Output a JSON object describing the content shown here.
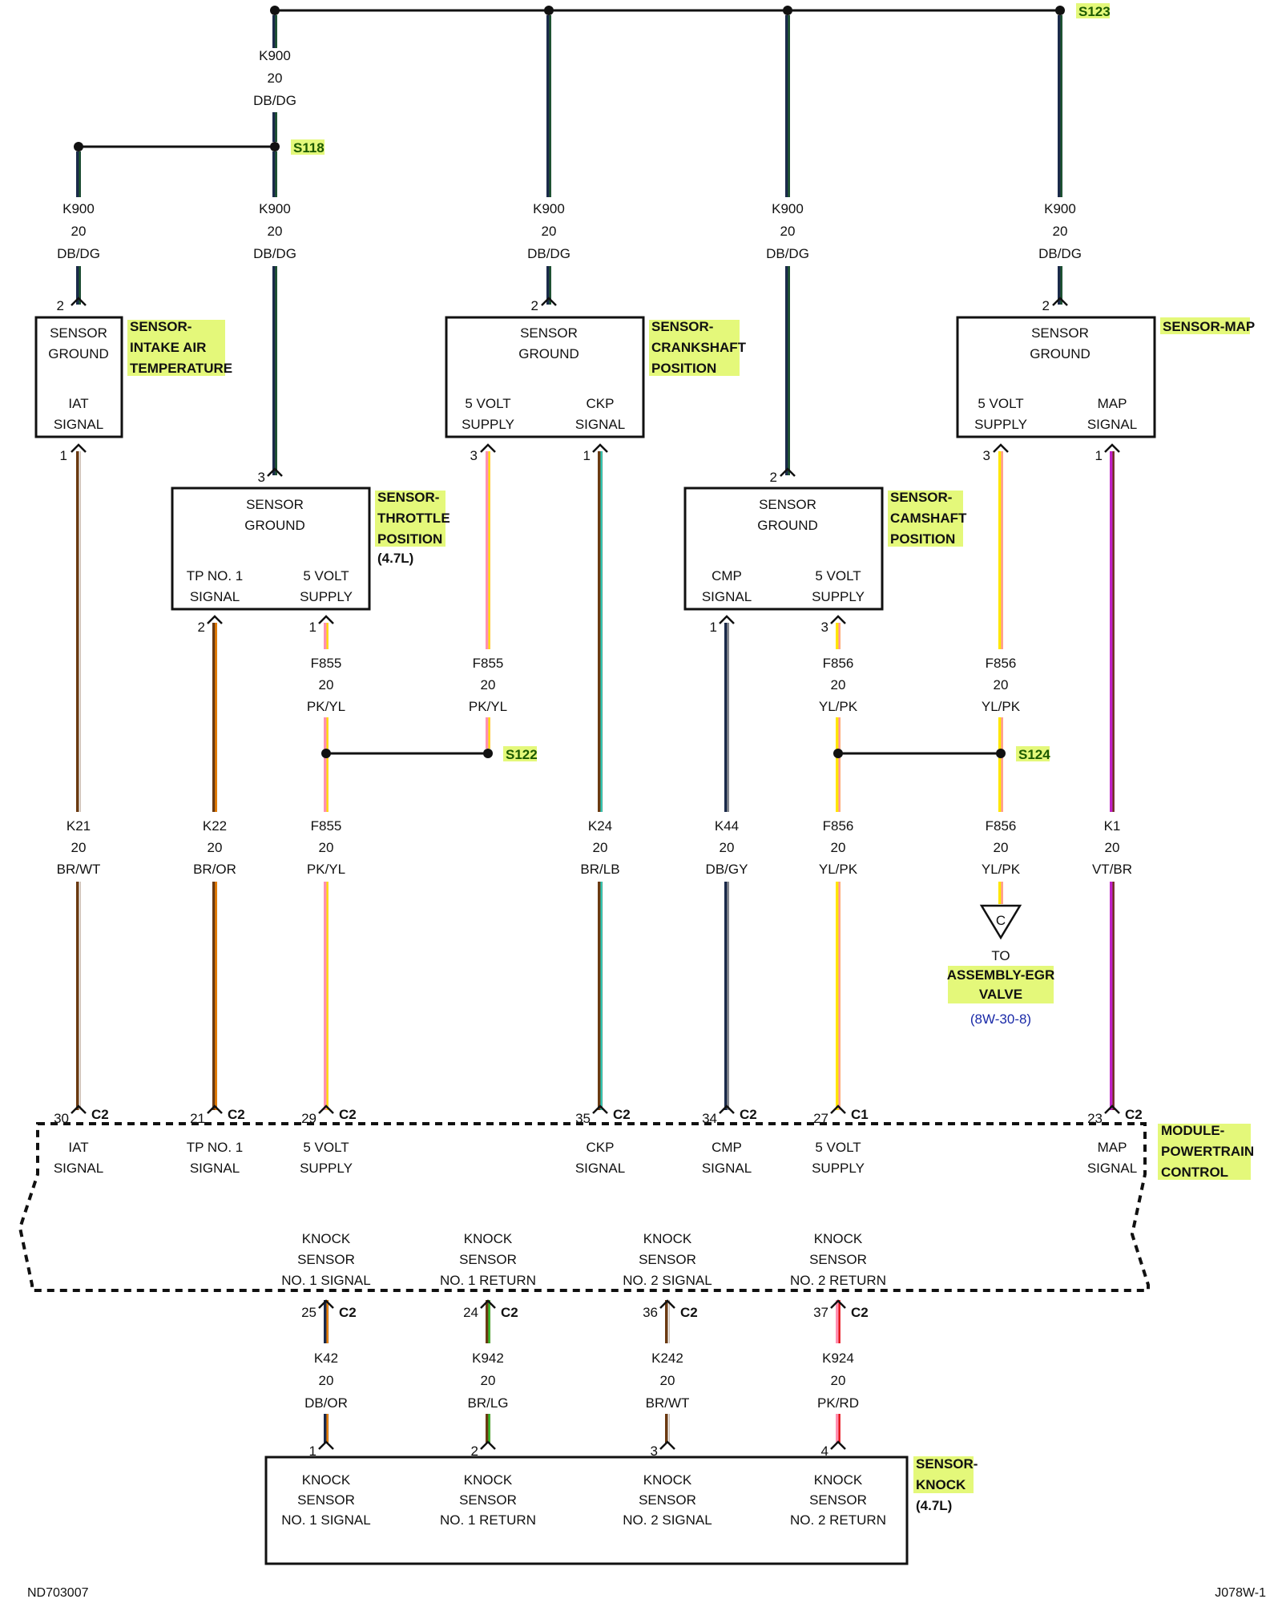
{
  "diagram_id": "ND703007",
  "sheet_id": "J078W-1",
  "colors": {
    "highlight": "#e4f87a",
    "DB": "#1b2a4a",
    "DG": "#1f5a2e",
    "BR": "#6b3a12",
    "WT": "#f2f2f2",
    "OR": "#ff8a00",
    "PK": "#ff8fb1",
    "YL": "#ffe600",
    "LB": "#2fd6c6",
    "GY": "#9a9a9a",
    "VT": "#c020c8",
    "LG": "#33cc33",
    "RD": "#e01010"
  },
  "splices": {
    "s123": "S123",
    "s118": "S118",
    "s122": "S122",
    "s124": "S124"
  },
  "wire_labels": {
    "k900_top": {
      "circuit": "K900",
      "gauge": "20",
      "color": "DB/DG"
    },
    "k900_iat": {
      "circuit": "K900",
      "gauge": "20",
      "color": "DB/DG"
    },
    "k900_tps": {
      "circuit": "K900",
      "gauge": "20",
      "color": "DB/DG"
    },
    "k900_ckp": {
      "circuit": "K900",
      "gauge": "20",
      "color": "DB/DG"
    },
    "k900_cmp": {
      "circuit": "K900",
      "gauge": "20",
      "color": "DB/DG"
    },
    "k900_map": {
      "circuit": "K900",
      "gauge": "20",
      "color": "DB/DG"
    },
    "f855_tps": {
      "circuit": "F855",
      "gauge": "20",
      "color": "PK/YL"
    },
    "f855_ckp": {
      "circuit": "F855",
      "gauge": "20",
      "color": "PK/YL"
    },
    "f856_cmp": {
      "circuit": "F856",
      "gauge": "20",
      "color": "YL/PK"
    },
    "f856_map": {
      "circuit": "F856",
      "gauge": "20",
      "color": "YL/PK"
    },
    "k21": {
      "circuit": "K21",
      "gauge": "20",
      "color": "BR/WT"
    },
    "k22": {
      "circuit": "K22",
      "gauge": "20",
      "color": "BR/OR"
    },
    "f855_pcm": {
      "circuit": "F855",
      "gauge": "20",
      "color": "PK/YL"
    },
    "k24": {
      "circuit": "K24",
      "gauge": "20",
      "color": "BR/LB"
    },
    "k44": {
      "circuit": "K44",
      "gauge": "20",
      "color": "DB/GY"
    },
    "f856_pcm": {
      "circuit": "F856",
      "gauge": "20",
      "color": "YL/PK"
    },
    "f856_egr": {
      "circuit": "F856",
      "gauge": "20",
      "color": "YL/PK"
    },
    "k1": {
      "circuit": "K1",
      "gauge": "20",
      "color": "VT/BR"
    },
    "k42": {
      "circuit": "K42",
      "gauge": "20",
      "color": "DB/OR"
    },
    "k942": {
      "circuit": "K942",
      "gauge": "20",
      "color": "BR/LG"
    },
    "k242": {
      "circuit": "K242",
      "gauge": "20",
      "color": "BR/WT"
    },
    "k924": {
      "circuit": "K924",
      "gauge": "20",
      "color": "PK/RD"
    }
  },
  "sensors": {
    "iat": {
      "l1": "SENSOR",
      "l2": "GROUND",
      "l3": "IAT",
      "l4": "SIGNAL",
      "pin_gnd": "2",
      "pin_sig": "1",
      "name": [
        "SENSOR-",
        "INTAKE AIR",
        "TEMPERATURE"
      ]
    },
    "tps": {
      "l1": "SENSOR",
      "l2": "GROUND",
      "l3a": "TP NO. 1",
      "l4a": "SIGNAL",
      "l3b": "5 VOLT",
      "l4b": "SUPPLY",
      "pin_gnd": "3",
      "pin_sig": "2",
      "pin_sup": "1",
      "name": [
        "SENSOR-",
        "THROTTLE",
        "POSITION"
      ],
      "variant": "(4.7L)"
    },
    "ckp": {
      "l1": "SENSOR",
      "l2": "GROUND",
      "l3a": "5 VOLT",
      "l4a": "SUPPLY",
      "l3b": "CKP",
      "l4b": "SIGNAL",
      "pin_gnd": "2",
      "pin_sup": "3",
      "pin_sig": "1",
      "name": [
        "SENSOR-",
        "CRANKSHAFT",
        "POSITION"
      ]
    },
    "cmp": {
      "l1": "SENSOR",
      "l2": "GROUND",
      "l3a": "CMP",
      "l4a": "SIGNAL",
      "l3b": "5 VOLT",
      "l4b": "SUPPLY",
      "pin_gnd": "2",
      "pin_sig": "1",
      "pin_sup": "3",
      "name": [
        "SENSOR-",
        "CAMSHAFT",
        "POSITION"
      ]
    },
    "map": {
      "l1": "SENSOR",
      "l2": "GROUND",
      "l3a": "5 VOLT",
      "l4a": "SUPPLY",
      "l3b": "MAP",
      "l4b": "SIGNAL",
      "pin_gnd": "2",
      "pin_sup": "3",
      "pin_sig": "1",
      "name": [
        "SENSOR-MAP"
      ]
    }
  },
  "egr": {
    "connector": "C",
    "to": "TO",
    "name": [
      "ASSEMBLY-EGR",
      "VALVE"
    ],
    "ref": "(8W-30-8)"
  },
  "pcm": {
    "name": [
      "MODULE-",
      "POWERTRAIN",
      "CONTROL"
    ],
    "top_pins": [
      {
        "pin": "30",
        "conn": "C2",
        "l1": "IAT",
        "l2": "SIGNAL"
      },
      {
        "pin": "21",
        "conn": "C2",
        "l1": "TP NO. 1",
        "l2": "SIGNAL"
      },
      {
        "pin": "29",
        "conn": "C2",
        "l1": "5 VOLT",
        "l2": "SUPPLY"
      },
      {
        "pin": "35",
        "conn": "C2",
        "l1": "CKP",
        "l2": "SIGNAL"
      },
      {
        "pin": "34",
        "conn": "C2",
        "l1": "CMP",
        "l2": "SIGNAL"
      },
      {
        "pin": "27",
        "conn": "C1",
        "l1": "5 VOLT",
        "l2": "SUPPLY"
      },
      {
        "pin": "23",
        "conn": "C2",
        "l1": "MAP",
        "l2": "SIGNAL"
      }
    ],
    "bottom_pins": [
      {
        "pin": "25",
        "conn": "C2",
        "l1": "KNOCK",
        "l2": "SENSOR",
        "l3": "NO. 1 SIGNAL"
      },
      {
        "pin": "24",
        "conn": "C2",
        "l1": "KNOCK",
        "l2": "SENSOR",
        "l3": "NO. 1 RETURN"
      },
      {
        "pin": "36",
        "conn": "C2",
        "l1": "KNOCK",
        "l2": "SENSOR",
        "l3": "NO. 2 SIGNAL"
      },
      {
        "pin": "37",
        "conn": "C2",
        "l1": "KNOCK",
        "l2": "SENSOR",
        "l3": "NO. 2 RETURN"
      }
    ]
  },
  "knock": {
    "name": [
      "SENSOR-",
      "KNOCK"
    ],
    "variant": "(4.7L)",
    "pins": [
      {
        "pin": "1",
        "l1": "KNOCK",
        "l2": "SENSOR",
        "l3": "NO. 1 SIGNAL"
      },
      {
        "pin": "2",
        "l1": "KNOCK",
        "l2": "SENSOR",
        "l3": "NO. 1 RETURN"
      },
      {
        "pin": "3",
        "l1": "KNOCK",
        "l2": "SENSOR",
        "l3": "NO. 2 SIGNAL"
      },
      {
        "pin": "4",
        "l1": "KNOCK",
        "l2": "SENSOR",
        "l3": "NO. 2 RETURN"
      }
    ]
  }
}
